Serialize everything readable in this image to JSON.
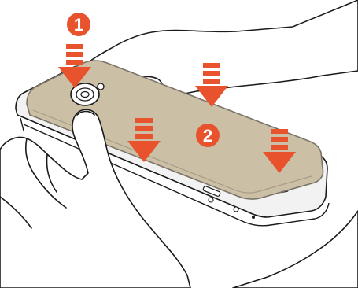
{
  "figure": {
    "steps": [
      {
        "label": "1",
        "color": "#e8522d"
      },
      {
        "label": "2",
        "color": "#e8522d"
      }
    ],
    "colors": {
      "arrow": "#e8522d",
      "cover": "#cbbfa6",
      "cover_stroke": "#7a7368",
      "phone_body": "#f2f2f2",
      "outline": "#1a1a1a"
    },
    "icons": [
      "hand-left",
      "hand-right",
      "camera-lens-icon",
      "press-arrow-icon"
    ]
  }
}
